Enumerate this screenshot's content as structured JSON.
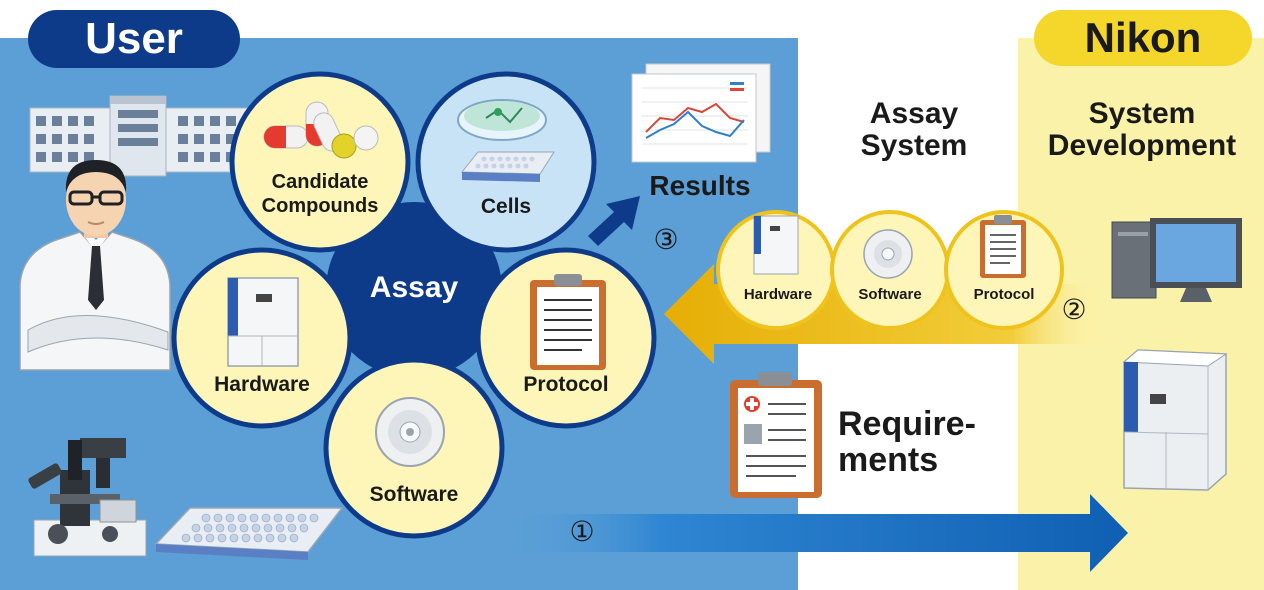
{
  "user_label": "User",
  "nikon_label": "Nikon",
  "assay_label": "Assay",
  "candidate_compounds_label": "Candidate\nCompounds",
  "cells_label": "Cells",
  "hardware_label": "Hardware",
  "software_label": "Software",
  "protocol_label": "Protocol",
  "results_label": "Results",
  "assay_system_label": "Assay\nSystem",
  "system_development_label": "System\nDevelopment",
  "requirements_label": "Require-\nments",
  "bundle": {
    "hardware_label": "Hardware",
    "software_label": "Software",
    "protocol_label": "Protocol"
  },
  "step_1": "①",
  "step_2": "②",
  "step_3": "③",
  "colors": {
    "user_panel": "#5b9fd6",
    "nikon_panel": "#fbf2a9",
    "badge_navy": "#0d3b8a",
    "badge_yellow": "#f4d72a",
    "bubble_fill": "#fdf6b8",
    "bubble_ring": "#0d3b8a",
    "flow_blue": "#1a6fc4",
    "flow_gold": "#e9b40b"
  }
}
